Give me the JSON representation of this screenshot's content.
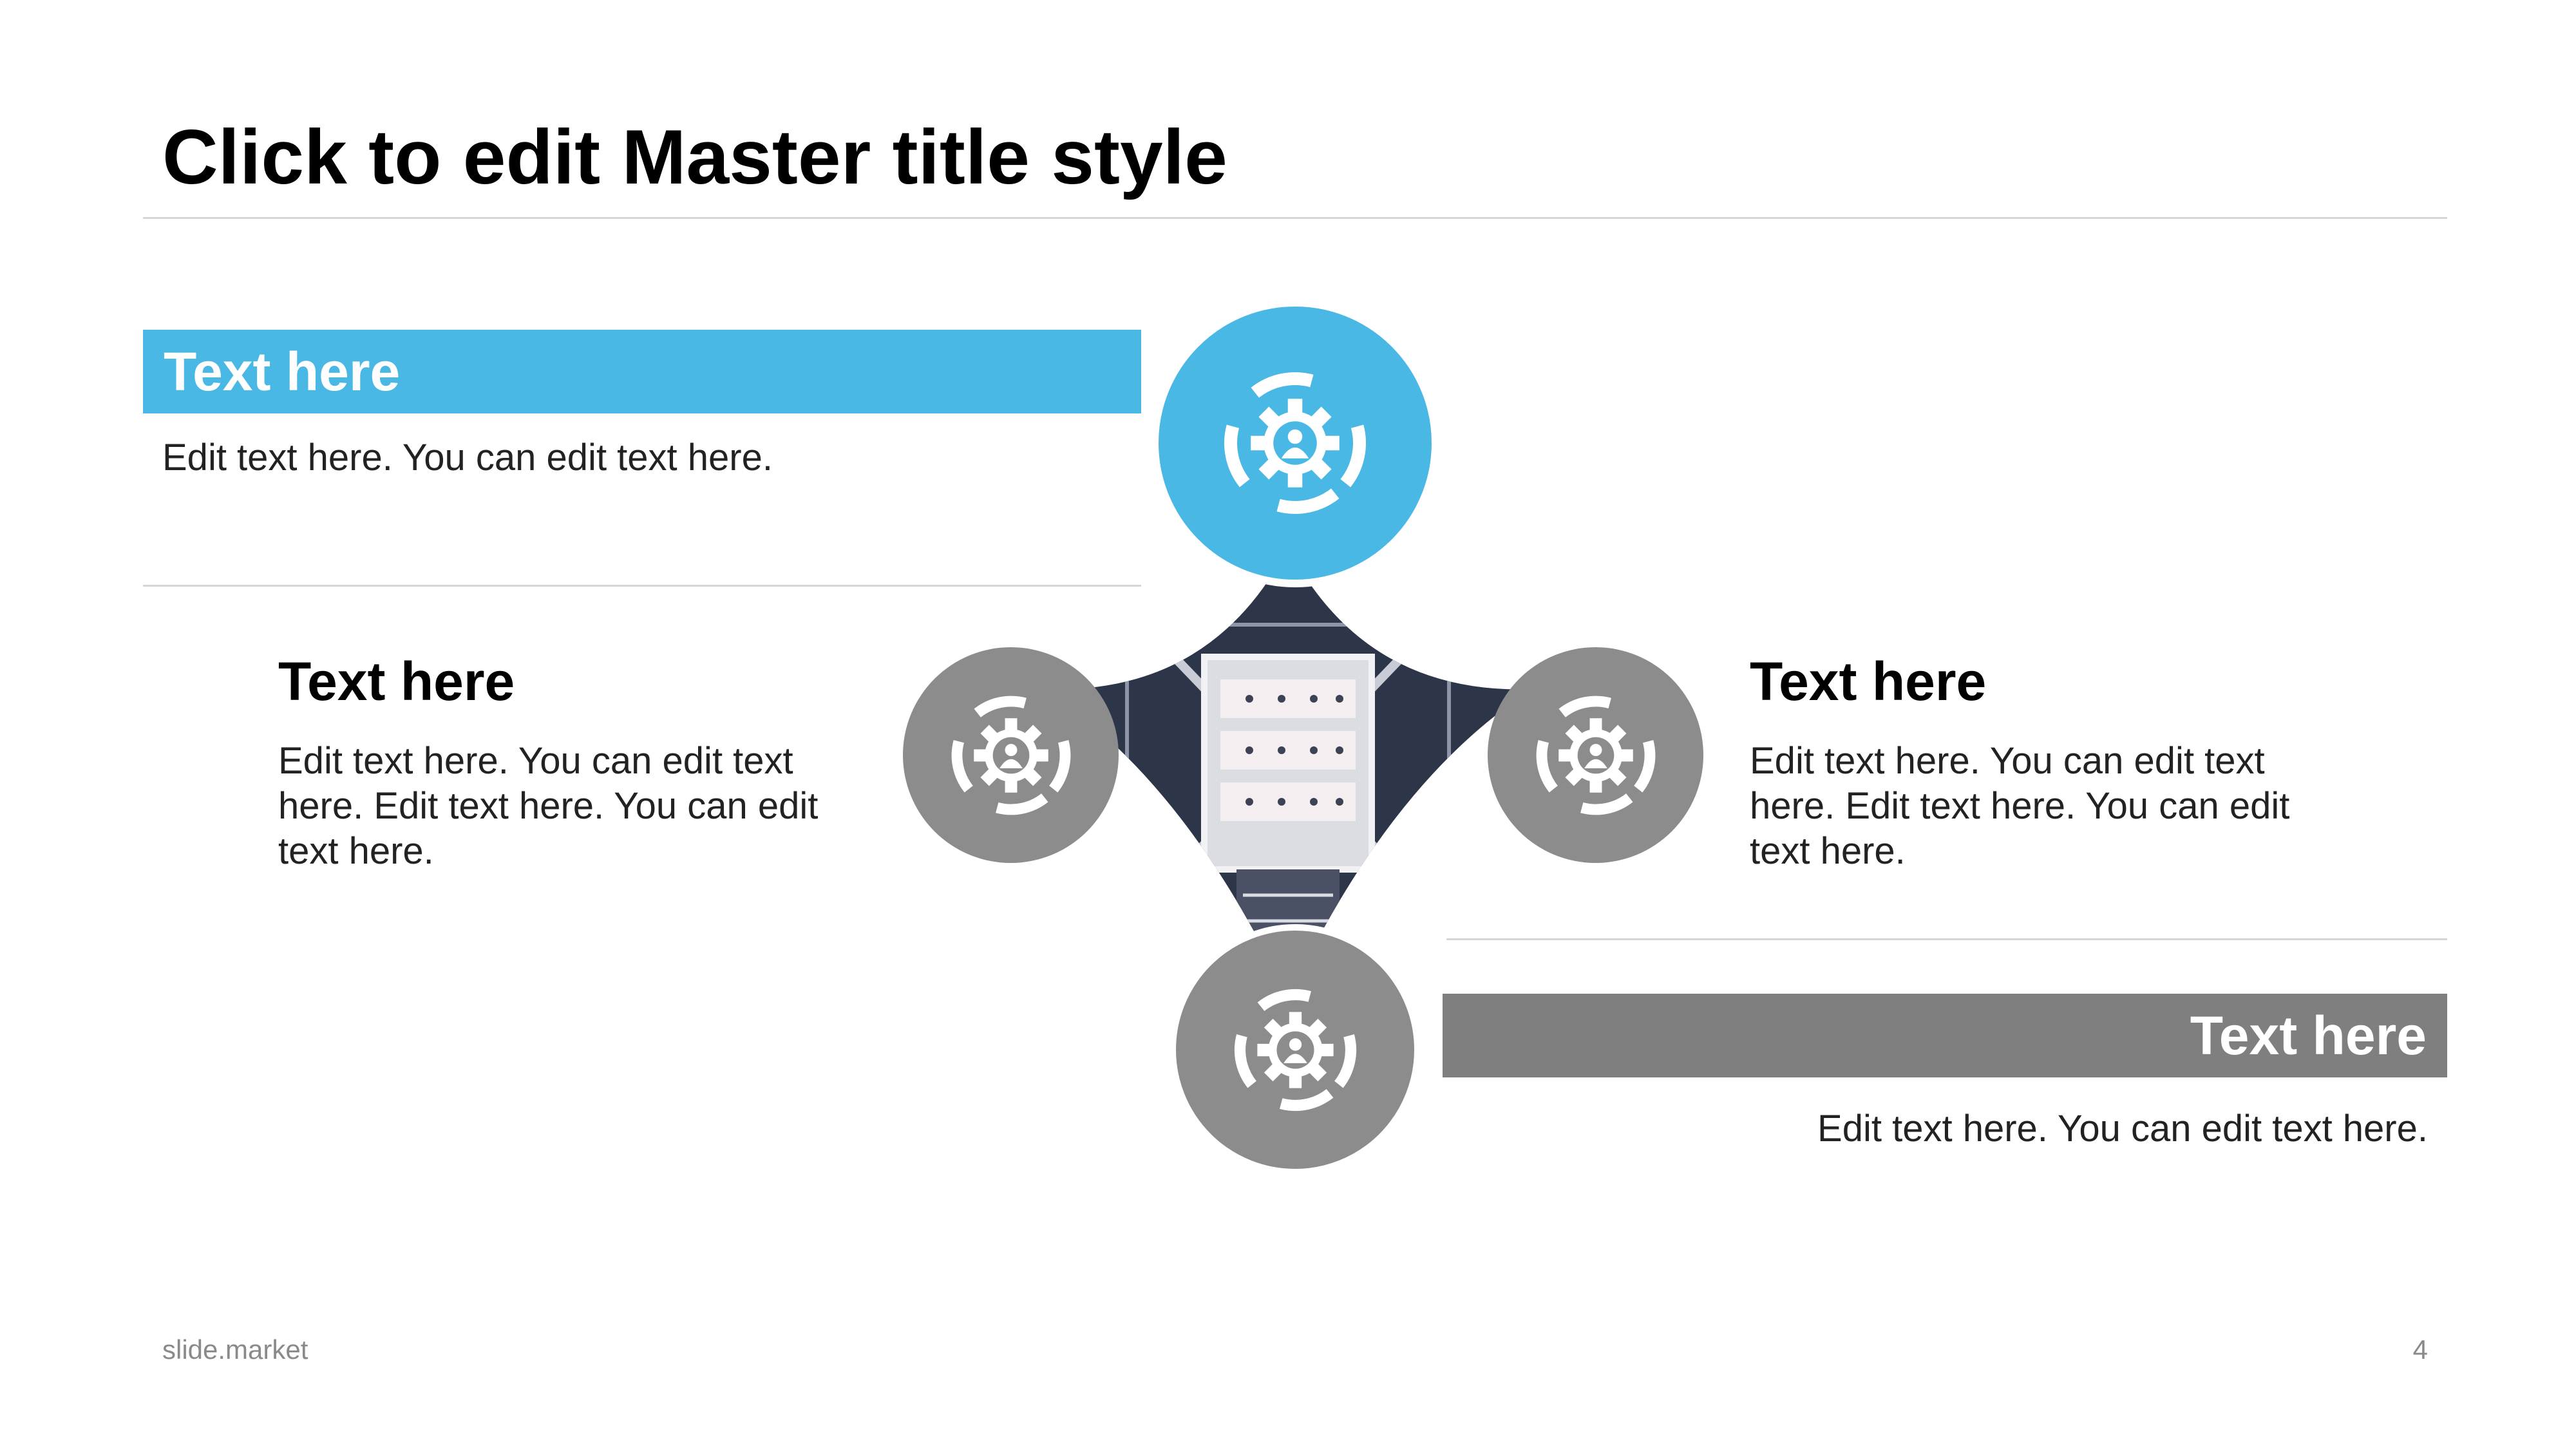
{
  "title": "Click to edit Master title style",
  "top_left": {
    "heading": "Text here",
    "body": "Edit text here. You can edit text here."
  },
  "mid_left": {
    "heading": "Text here",
    "body": "Edit text here. You can edit text here. Edit text here. You can edit text here."
  },
  "mid_right": {
    "heading": "Text here",
    "body": "Edit text here. You can edit text here. Edit text here. You can edit text here."
  },
  "bottom_right": {
    "heading": "Text here",
    "body": "Edit text here. You can edit text here."
  },
  "center_icons": {
    "top": "gear-user-icon",
    "left": "gear-user-icon",
    "right": "gear-user-icon",
    "bottom": "gear-user-icon"
  },
  "footer": {
    "brand": "slide.market",
    "page_number": "4"
  },
  "colors": {
    "accent_blue": "#4ab8e4",
    "accent_gray": "#7f7f7f",
    "circle_gray": "#8c8c8c",
    "rule": "#d6d6d6"
  }
}
